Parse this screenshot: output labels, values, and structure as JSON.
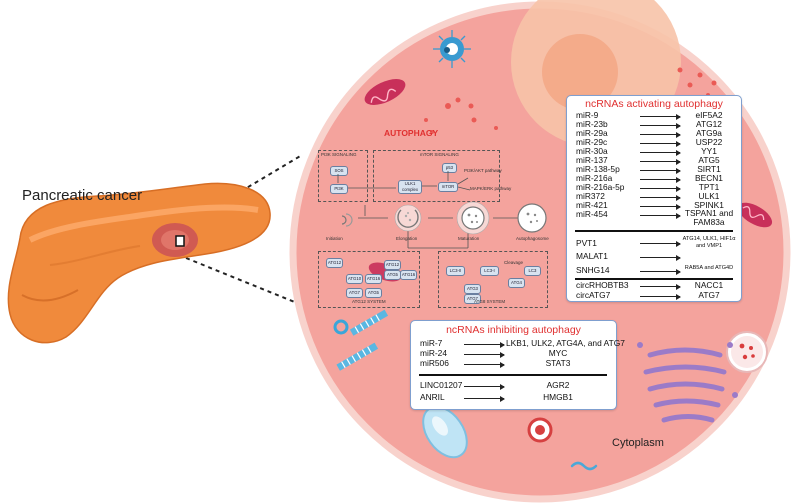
{
  "labels": {
    "pancreatic_cancer": "Pancreatic cancer",
    "autophagy": "AUTOPHAGY",
    "cytoplasm": "Cytoplasm"
  },
  "pathway": {
    "pi3k_signaling": "PI3K SIGNALING",
    "mtor_signaling": "mTOR SIGNALING",
    "sos": "SOS",
    "pi3k": "PI3K",
    "ulk1_complex": "ULK1 complex",
    "mtor": "mTOR",
    "p53": "p53",
    "pi3k_akt": "PI3K/AKT pathway",
    "mapk_erk": "MAPK/ERK pathway",
    "initiation": "Initiation",
    "elongation": "Elongation",
    "maturation": "Maturation",
    "autophagosome": "Autophagosome",
    "atg12_system": "ATG12 SYSTEM",
    "atg8_system": "ATG8 SYSTEM",
    "atg12_nodes": [
      "ATG12",
      "ATG10",
      "ATG16",
      "ATG7",
      "ATG5",
      "ATG12",
      "ATG5",
      "ATG16"
    ],
    "atg8_nodes": [
      "LC3-II",
      "LC3-I",
      "LC3",
      "ATG4",
      "ATG3",
      "ATG7"
    ],
    "cleavage": "Cleavage"
  },
  "activating": {
    "title": "ncRNAs activating autophagy",
    "mirnas": [
      {
        "ncrna": "miR-9",
        "target": "eIF5A2"
      },
      {
        "ncrna": "miR-23b",
        "target": "ATG12"
      },
      {
        "ncrna": "miR-29a",
        "target": "ATG9a"
      },
      {
        "ncrna": "miR-29c",
        "target": "USP22"
      },
      {
        "ncrna": "miR-30a",
        "target": "YY1"
      },
      {
        "ncrna": "miR-137",
        "target": "ATG5"
      },
      {
        "ncrna": "miR-138-5p",
        "target": "SIRT1"
      },
      {
        "ncrna": "miR-216a",
        "target": "BECN1"
      },
      {
        "ncrna": "miR-216a-5p",
        "target": "TPT1"
      },
      {
        "ncrna": "miR372",
        "target": "ULK1"
      },
      {
        "ncrna": "miR-421",
        "target": "SPINK1"
      },
      {
        "ncrna": "miR-454",
        "target": "TSPAN1 and FAM83a"
      }
    ],
    "lncrnas": [
      {
        "ncrna": "PVT1",
        "target": "ATG14, ULK1, HIF1α and VMP1"
      },
      {
        "ncrna": "MALAT1",
        "target": ""
      },
      {
        "ncrna": "SNHG14",
        "target": "RAB5A and ATG4D"
      }
    ],
    "circrnas": [
      {
        "ncrna": "circRHOBTB3",
        "target": "NACC1"
      },
      {
        "ncrna": "circATG7",
        "target": "ATG7"
      }
    ]
  },
  "inhibiting": {
    "title": "ncRNAs inhibiting autophagy",
    "mirnas": [
      {
        "ncrna": "miR-7",
        "target": "LKB1, ULK2, ATG4A, and ATG7"
      },
      {
        "ncrna": "miR-24",
        "target": "MYC"
      },
      {
        "ncrna": "miR506",
        "target": "STAT3"
      }
    ],
    "lncrnas": [
      {
        "ncrna": "LINC01207",
        "target": "AGR2"
      },
      {
        "ncrna": "ANRIL",
        "target": "HMGB1"
      }
    ]
  },
  "colors": {
    "cell_fill": "#f4a39d",
    "cell_border": "#f3c2bc",
    "nucleus": "#f7c3a9",
    "panel_border": "#7f9fcf",
    "title_red": "#e03030",
    "pancreas": "#f08a3c"
  }
}
